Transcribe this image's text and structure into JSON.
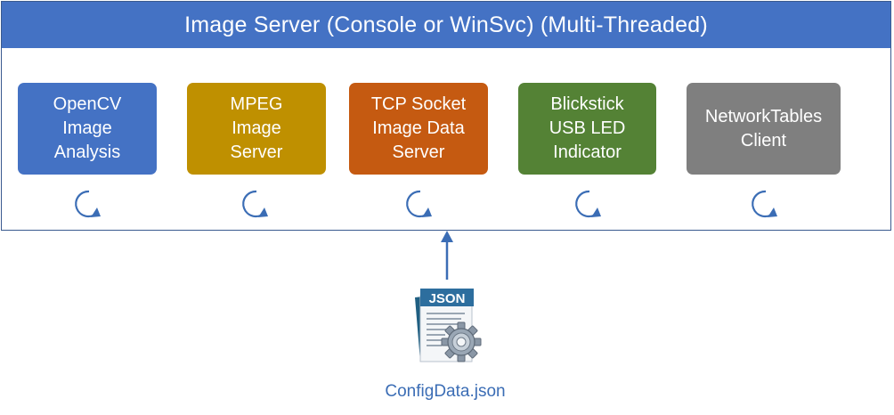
{
  "server": {
    "title": "Image Server (Console or WinSvc) (Multi-Threaded)",
    "header_color": "#4472c4",
    "modules": [
      {
        "label": "OpenCV\nImage\nAnalysis",
        "color": "#4472c4"
      },
      {
        "label": "MPEG\nImage\nServer",
        "color": "#bf9000"
      },
      {
        "label": "TCP Socket\nImage Data\nServer",
        "color": "#c55a11"
      },
      {
        "label": "Blickstick\nUSB LED\nIndicator",
        "color": "#548235"
      },
      {
        "label": "NetworkTables\nClient",
        "color": "#7f7f7f"
      }
    ]
  },
  "config": {
    "icon": "json-settings-file-icon",
    "badge": "JSON",
    "filename": "ConfigData.json",
    "caption_color": "#3b6db5"
  }
}
